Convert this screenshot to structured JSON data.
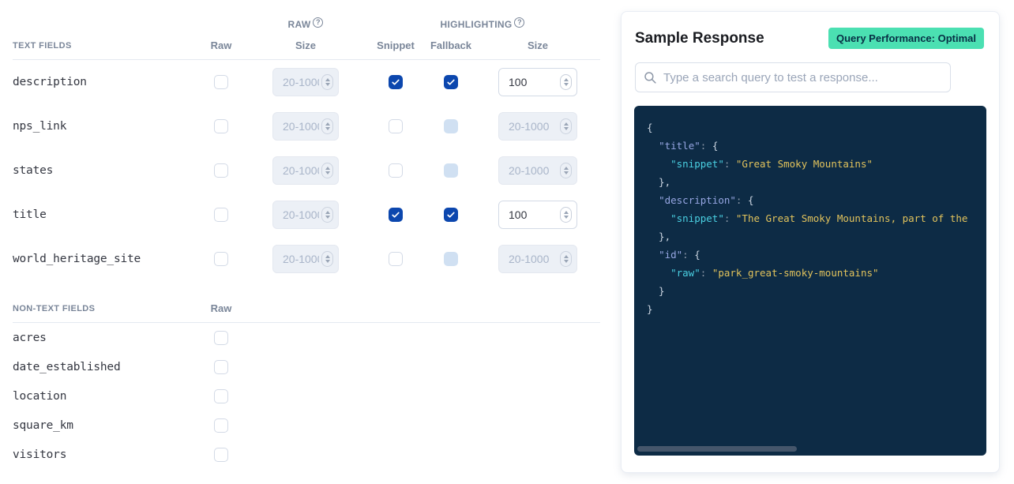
{
  "field_settings": {
    "help_icon_glyph": "?",
    "groups": {
      "raw": "RAW",
      "highlighting": "HIGHLIGHTING"
    },
    "text_fields": {
      "section_label": "TEXT FIELDS",
      "headers": {
        "raw": "Raw",
        "raw_size": "Size",
        "snippet": "Snippet",
        "fallback": "Fallback",
        "highlight_size": "Size"
      },
      "size_placeholder": "20-1000",
      "rows": [
        {
          "name": "description",
          "raw_checked": false,
          "snippet_checked": true,
          "fallback_checked": true,
          "fallback_disabled": false,
          "highlight_size": "100",
          "highlight_size_disabled": false
        },
        {
          "name": "nps_link",
          "raw_checked": false,
          "snippet_checked": false,
          "fallback_checked": false,
          "fallback_disabled": true,
          "highlight_size": "",
          "highlight_size_disabled": true
        },
        {
          "name": "states",
          "raw_checked": false,
          "snippet_checked": false,
          "fallback_checked": false,
          "fallback_disabled": true,
          "highlight_size": "",
          "highlight_size_disabled": true
        },
        {
          "name": "title",
          "raw_checked": false,
          "snippet_checked": true,
          "fallback_checked": true,
          "fallback_disabled": false,
          "highlight_size": "100",
          "highlight_size_disabled": false
        },
        {
          "name": "world_heritage_site",
          "raw_checked": false,
          "snippet_checked": false,
          "fallback_checked": false,
          "fallback_disabled": true,
          "highlight_size": "",
          "highlight_size_disabled": true
        }
      ]
    },
    "non_text_fields": {
      "section_label": "NON-TEXT FIELDS",
      "headers": {
        "raw": "Raw"
      },
      "rows": [
        {
          "name": "acres",
          "raw_checked": false
        },
        {
          "name": "date_established",
          "raw_checked": false
        },
        {
          "name": "location",
          "raw_checked": false
        },
        {
          "name": "square_km",
          "raw_checked": false
        },
        {
          "name": "visitors",
          "raw_checked": false
        }
      ]
    }
  },
  "sample_response": {
    "title": "Sample Response",
    "performance_badge": "Query Performance: Optimal",
    "search_placeholder": "Type a search query to test a response...",
    "code_lines": [
      [
        {
          "t": "{",
          "c": "brace"
        }
      ],
      [
        {
          "t": "  ",
          "c": "plain"
        },
        {
          "t": "\"title\"",
          "c": "key"
        },
        {
          "t": ": ",
          "c": "punct"
        },
        {
          "t": "{",
          "c": "brace"
        }
      ],
      [
        {
          "t": "    ",
          "c": "plain"
        },
        {
          "t": "\"snippet\"",
          "c": "nested"
        },
        {
          "t": ": ",
          "c": "punct"
        },
        {
          "t": "\"Great Smoky Mountains\"",
          "c": "string"
        }
      ],
      [
        {
          "t": "  },",
          "c": "brace"
        }
      ],
      [
        {
          "t": "  ",
          "c": "plain"
        },
        {
          "t": "\"description\"",
          "c": "key"
        },
        {
          "t": ": ",
          "c": "punct"
        },
        {
          "t": "{",
          "c": "brace"
        }
      ],
      [
        {
          "t": "    ",
          "c": "plain"
        },
        {
          "t": "\"snippet\"",
          "c": "nested"
        },
        {
          "t": ": ",
          "c": "punct"
        },
        {
          "t": "\"The Great Smoky Mountains, part of the Appa",
          "c": "string"
        }
      ],
      [
        {
          "t": "  },",
          "c": "brace"
        }
      ],
      [
        {
          "t": "  ",
          "c": "plain"
        },
        {
          "t": "\"id\"",
          "c": "key"
        },
        {
          "t": ": ",
          "c": "punct"
        },
        {
          "t": "{",
          "c": "brace"
        }
      ],
      [
        {
          "t": "    ",
          "c": "plain"
        },
        {
          "t": "\"raw\"",
          "c": "nested"
        },
        {
          "t": ": ",
          "c": "punct"
        },
        {
          "t": "\"park_great-smoky-mountains\"",
          "c": "string"
        }
      ],
      [
        {
          "t": "  }",
          "c": "brace"
        }
      ],
      [
        {
          "t": "}",
          "c": "brace"
        }
      ]
    ]
  },
  "colors": {
    "accent": "#0c47ae",
    "badge_bg": "#4be0b2",
    "code_bg": "#0d2b45",
    "tok_key": "#96a6e2",
    "tok_nested": "#4ad0e2",
    "tok_string": "#e2c35c",
    "disabled_check": "#d0e0f2"
  }
}
